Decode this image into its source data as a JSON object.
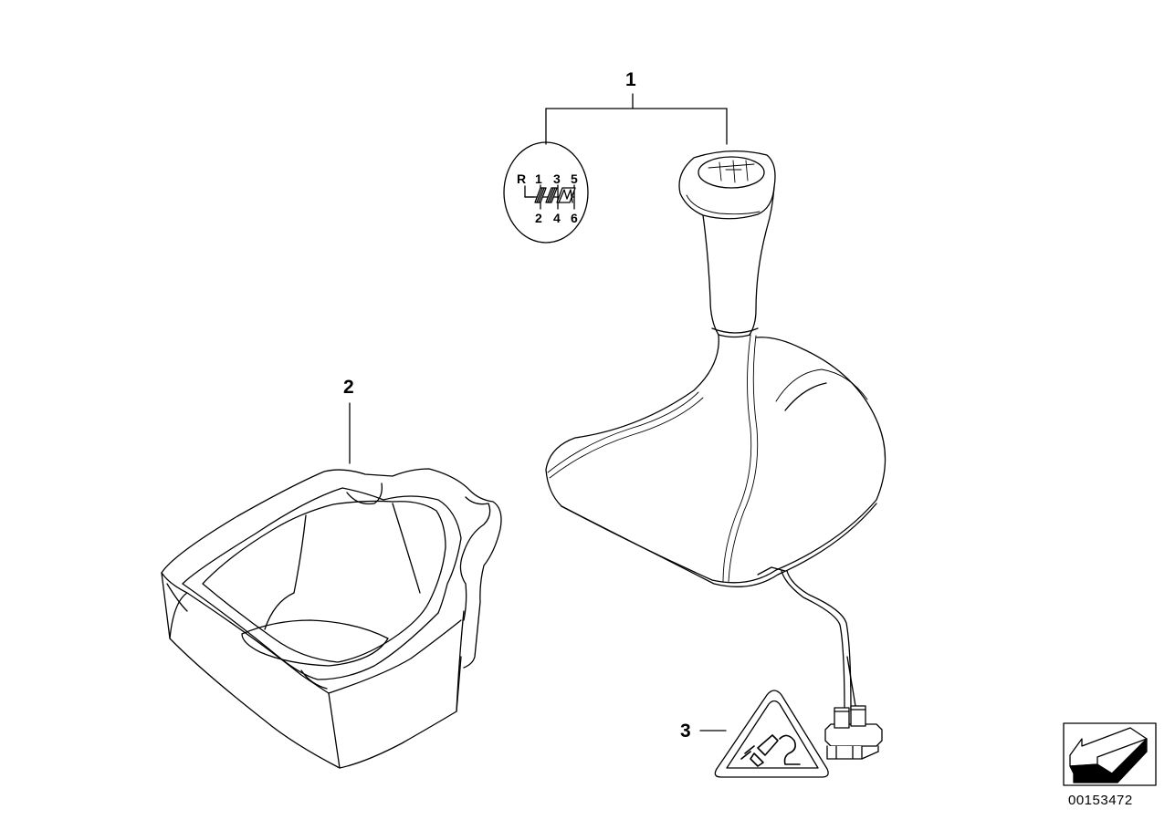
{
  "callouts": {
    "c1": "1",
    "c2": "2",
    "c3": "3"
  },
  "shift_pattern": {
    "top_row": [
      "R",
      "1",
      "3",
      "5"
    ],
    "bottom_row": [
      "2",
      "4",
      "6"
    ]
  },
  "document_number": "00153472",
  "colors": {
    "line": "#000000",
    "background": "#ffffff",
    "badge_fill": "#000000"
  },
  "icons": {
    "electrical_connector": "plug-warning-icon",
    "navigation": "back-arrow-icon"
  }
}
